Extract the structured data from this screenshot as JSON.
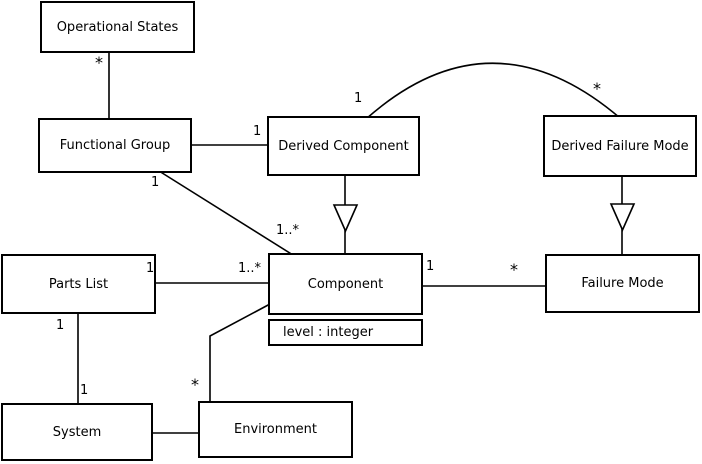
{
  "diagram_type": "UML class diagram",
  "colors": {
    "background": "#ffffff",
    "stroke": "#000000",
    "box_fill": "#ffffff",
    "text": "#000000"
  },
  "classes": {
    "operational_states": {
      "name": "Operational States"
    },
    "functional_group": {
      "name": "Functional Group"
    },
    "derived_component": {
      "name": "Derived Component"
    },
    "derived_failure_mode": {
      "name": "Derived Failure Mode"
    },
    "parts_list": {
      "name": "Parts List"
    },
    "component": {
      "name": "Component",
      "attribute": "level : integer"
    },
    "failure_mode": {
      "name": "Failure Mode"
    },
    "system": {
      "name": "System"
    },
    "environment": {
      "name": "Environment"
    }
  },
  "relationships": [
    {
      "from": "Operational States",
      "to": "Functional Group",
      "type": "association",
      "multiplicity_at_operational_states": "*"
    },
    {
      "from": "Functional Group",
      "to": "Derived Component",
      "type": "association",
      "multiplicity_at_derived_component": "1"
    },
    {
      "from": "Functional Group",
      "to": "Component",
      "type": "association",
      "multiplicity_at_functional_group": "1",
      "multiplicity_at_component": "1..*"
    },
    {
      "from": "Derived Component",
      "to": "Component",
      "type": "generalization"
    },
    {
      "from": "Derived Component",
      "to": "Derived Failure Mode",
      "type": "association_arc",
      "multiplicity_at_derived_component": "1",
      "multiplicity_at_derived_failure_mode": "*"
    },
    {
      "from": "Derived Failure Mode",
      "to": "Failure Mode",
      "type": "generalization"
    },
    {
      "from": "Parts List",
      "to": "Component",
      "type": "association",
      "multiplicity_at_parts_list": "1",
      "multiplicity_at_component": "1..*"
    },
    {
      "from": "Component",
      "to": "Failure Mode",
      "type": "association",
      "multiplicity_at_component": "1",
      "multiplicity_at_failure_mode": "*"
    },
    {
      "from": "Parts List",
      "to": "System",
      "type": "association",
      "multiplicity_at_parts_list": "1",
      "multiplicity_at_system": "1"
    },
    {
      "from": "Component",
      "to": "Environment",
      "type": "association",
      "multiplicity_at_environment": "*"
    },
    {
      "from": "System",
      "to": "Environment",
      "type": "association"
    }
  ],
  "multiplicity_labels": {
    "op_states": "*",
    "fg_to_component": "1",
    "fg_to_dc": "1",
    "dc_arc": "1",
    "dfm_arc": "*",
    "component_from_fg": "1..*",
    "component_from_pl": "1..*",
    "pl_to_component": "1",
    "component_to_fm": "1",
    "fm_from_component": "*",
    "pl_to_system": "1",
    "system_from_pl": "1",
    "env_from_component": "*"
  }
}
